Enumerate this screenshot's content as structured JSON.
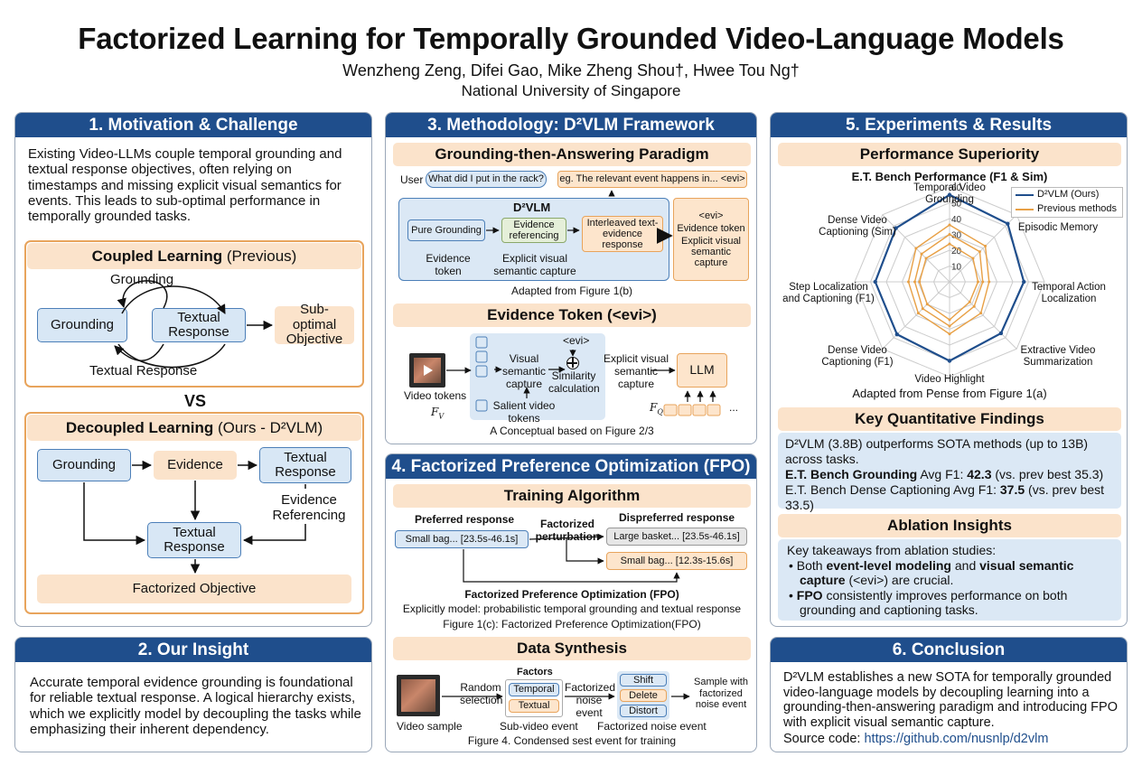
{
  "header": {
    "title": "Factorized Learning for Temporally Grounded Video-Language Models",
    "authors": "Wenzheng Zeng, Difei Gao, Mike Zheng Shou†, Hwee Tou Ng†",
    "institution": "National University of Singapore"
  },
  "p1": {
    "title": "1. Motivation & Challenge",
    "text": "Existing Video-LLMs couple temporal grounding and textual response objectives, often relying on timestamps and missing explicit visual semantics for events. This leads to sub-optimal performance in temporally grounded tasks.",
    "coupled_title": "Coupled Learning",
    "coupled_suffix": " (Previous)",
    "grounding_top": "Grounding",
    "grounding_box": "Grounding",
    "textual_box": "Textual Response",
    "suboptimal": "Sub-optimal Objective",
    "textual_bottom": "Textual Response",
    "vs": "VS",
    "decoupled_title": "Decoupled Learning",
    "decoupled_suffix": " (Ours - D²VLM)",
    "d_grounding": "Grounding",
    "d_evidence": "Evidence",
    "d_textual_top": "Textual Response",
    "d_ev_ref": "Evidence Referencing",
    "d_textual_mid": "Textual Response",
    "d_factorized": "Factorized Objective"
  },
  "p2": {
    "title": "2. Our Insight",
    "text": "Accurate temporal evidence grounding is foundational for reliable textual response. A logical hierarchy exists, which we explicitly model by decoupling the tasks while emphasizing their inherent dependency."
  },
  "p3": {
    "title": "3. Methodology: D²VLM Framework",
    "sub1": "Grounding-then-Answering Paradigm",
    "user": "User",
    "query": "What did I put in the rack?",
    "answer": "eg. The relevant event happens in... <evi>",
    "d2vlm": "D²VLM",
    "pure": "Pure Grounding",
    "evref": "Evidence referencing",
    "inter": "Interleaved text-evidence response",
    "evtoken": "Evidence token",
    "expl": "Explicit visual semantic capture",
    "side_evi": "<evi>",
    "side_token": "Evidence token",
    "side_expl": "Explicit visual semantic capture",
    "cap1": "Adapted from Figure 1(b)",
    "sub2": "Evidence Token (<evi>)",
    "vtok": "Video tokens",
    "fv": "F",
    "fv_sub": "V",
    "vsc": "Visual semantic capture",
    "evi": "<evi>",
    "sim": "Similarity calculation",
    "salient": "Salient video tokens",
    "expl2": "Explicit visual semantic capture",
    "llm": "LLM",
    "fq": "F",
    "fq_sub": "Q",
    "dots": "...",
    "cap2": "A Conceptual based on Figure 2/3"
  },
  "p4": {
    "title": "4. Factorized Preference Optimization (FPO)",
    "sub1": "Training Algorithm",
    "pref_label": "Preferred response",
    "pref_box": "Small bag... [23.5s-46.1s]",
    "fact_pert": "Factorized perturbation",
    "dispref_label": "Dispreferred response",
    "dis1": "Large basket... [23.5s-46.1s]",
    "dis2": "Small bag... [12.3s-15.6s]",
    "fpo": "Factorized Preference Optimization (FPO)",
    "expl": "Explicitly model: probabilistic temporal grounding and textual response",
    "cap1": "Figure 1(c): Factorized Preference Optimization(FPO)",
    "sub2": "Data Synthesis",
    "vsample": "Video sample",
    "random": "Random selection",
    "factors": "Factors",
    "temporal": "Temporal",
    "textual": "Textual",
    "subvideo": "Sub-video event",
    "fne": "Factorized noise event",
    "shift": "Shift",
    "delete": "Delete",
    "distort": "Distort",
    "fne2": "Factorized noise event",
    "sample": "Sample with factorized noise event",
    "cap2": "Figure 4. Condensed sest event for training"
  },
  "p5": {
    "title": "5. Experiments & Results",
    "sub1": "Performance Superiority",
    "chart_title": "E.T. Bench Performance (F1 & Sim)",
    "cap": "Adapted from Pense from Figure 1(a)",
    "sub2": "Key Quantitative Findings",
    "f1": "D²VLM (3.8B) outperforms SOTA methods (up to 13B) across tasks.",
    "f2a": "E.T. Bench Grounding",
    "f2b": " Avg F1: ",
    "f2c": "42.3",
    "f2d": " (vs. prev best 35.3)",
    "f3a": "E.T. Bench Dense Captioning Avg F1: ",
    "f3b": "37.5",
    "f3c": " (vs. prev best 33.5)",
    "sub3": "Ablation Insights",
    "ab_intro": "Key takeaways from ablation studies:",
    "ab1a": "Both ",
    "ab1b": "event-level modeling",
    "ab1c": " and ",
    "ab1d": "visual semantic capture",
    "ab1e": " (<evi>) are crucial.",
    "ab2a": "FPO",
    "ab2b": " consistently improves performance on both grounding and captioning tasks."
  },
  "p6": {
    "title": "6. Conclusion",
    "text": "D²VLM establishes a new SOTA for temporally grounded video-language models by decoupling learning into a grounding-then-answering paradigm and introducing FPO with explicit visual semantic capture.",
    "src": "Source code: ",
    "link": "https://github.com/nusnlp/d2vlm"
  },
  "chart_data": {
    "type": "radar",
    "title": "E.T. Bench Performance (F1 & Sim)",
    "axes": [
      "Temporal Video Grounding",
      "Episodic Memory",
      "Temporal Action Localization",
      "Extractive Video Summarization",
      "Video Highlight",
      "Dense Video Captioning (F1)",
      "Step Localization and Captioning (F1)",
      "Dense Video Captioning (Sim)"
    ],
    "ticks": [
      10,
      20,
      30,
      40,
      50,
      60
    ],
    "rmax": 60,
    "series": [
      {
        "name": "D²VLM (Ours)",
        "color": "#1f4e8c",
        "values": [
          55,
          52,
          47,
          46,
          50,
          47,
          47,
          48
        ]
      },
      {
        "name": "Previous methods",
        "color": "#e8a045",
        "values": [
          36,
          32,
          25,
          28,
          33,
          28,
          26,
          30
        ]
      },
      {
        "name": "",
        "color": "#e8a045",
        "values": [
          30,
          27,
          21,
          22,
          28,
          24,
          22,
          25
        ]
      },
      {
        "name": "",
        "color": "#e8a045",
        "values": [
          24,
          21,
          18,
          18,
          24,
          20,
          19,
          21
        ]
      }
    ],
    "legend": "top-right"
  }
}
